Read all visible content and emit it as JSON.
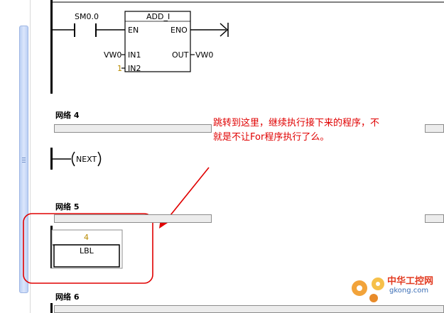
{
  "network3": {
    "contact": "SM0.0",
    "block_name": "ADD_I",
    "pin_en": "EN",
    "pin_eno": "ENO",
    "pin_in1": "IN1",
    "pin_in2": "IN2",
    "pin_out": "OUT",
    "in1_value": "VW0",
    "in2_value": "1",
    "out_value": "VW0"
  },
  "network4": {
    "title": "网络 4",
    "coil_label": "NEXT"
  },
  "network5": {
    "title": "网络 5",
    "label_number": "4",
    "label_name": "LBL"
  },
  "network6": {
    "title": "网络 6"
  },
  "annotation": {
    "line1": "跳转到这里，继续执行接下来的程序，不",
    "line2": "就是不让For程序执行了么。"
  },
  "watermark": {
    "name_cn": "中华工控网",
    "url": "gkong.com"
  },
  "colors": {
    "annotation_red": "#e00000",
    "wire_black": "#000000",
    "number_gold": "#b88a00",
    "scroll_blue": "#c6d7f7"
  }
}
